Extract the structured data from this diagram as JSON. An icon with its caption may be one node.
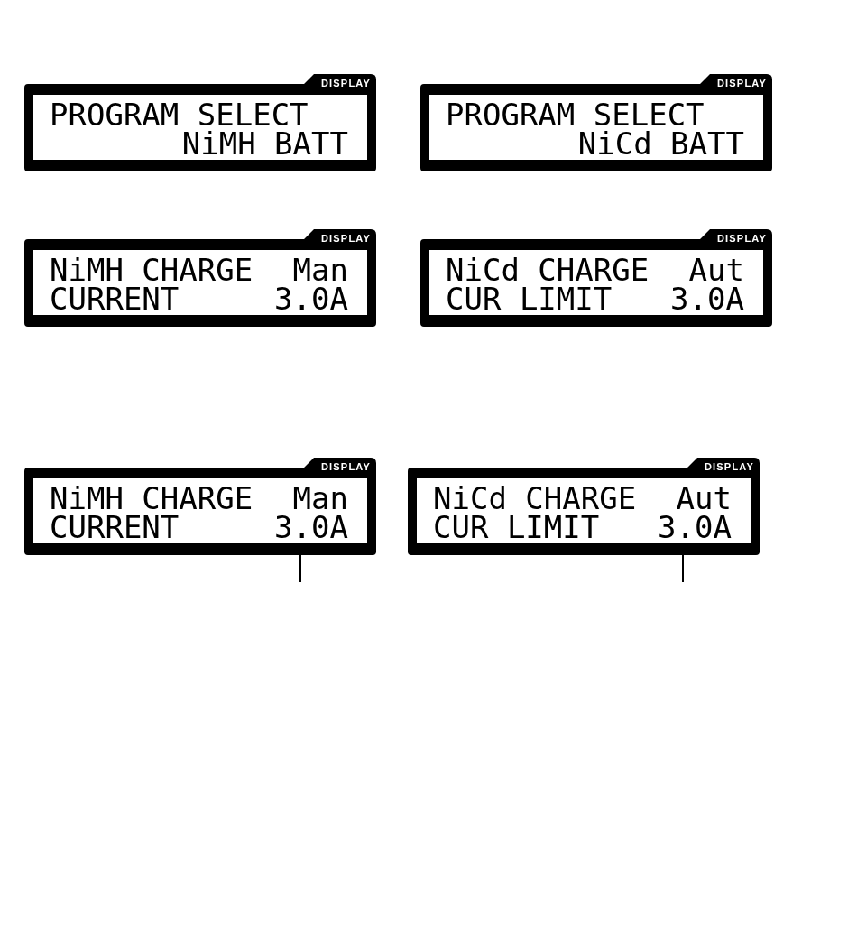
{
  "diagram": {
    "nodes": [
      {
        "text": [
          "DISPLAY",
          "PROGRAM SELECT",
          "NiMH BATT"
        ]
      },
      {
        "text": [
          "DISPLAY",
          "PROGRAM SELECT",
          "NiCd BATT"
        ]
      },
      {
        "text": [
          "DISPLAY",
          "NiMH CHARGE",
          "Man",
          "CURRENT",
          "3.0A"
        ]
      },
      {
        "text": [
          "DISPLAY",
          "NiCd CHARGE",
          "Aut",
          "CUR LIMIT",
          "3.0A"
        ]
      },
      {
        "text": [
          "DISPLAY",
          "NiMH CHARGE",
          "Man",
          "CURRENT",
          "3.0A"
        ]
      },
      {
        "text": [
          "DISPLAY",
          "NiCd CHARGE",
          "Aut",
          "CUR LIMIT",
          "3.0A"
        ]
      }
    ],
    "edges": [
      {
        "from": null,
        "to": 4,
        "arrow": "none"
      },
      {
        "from": null,
        "to": 5,
        "arrow": "none"
      }
    ]
  }
}
